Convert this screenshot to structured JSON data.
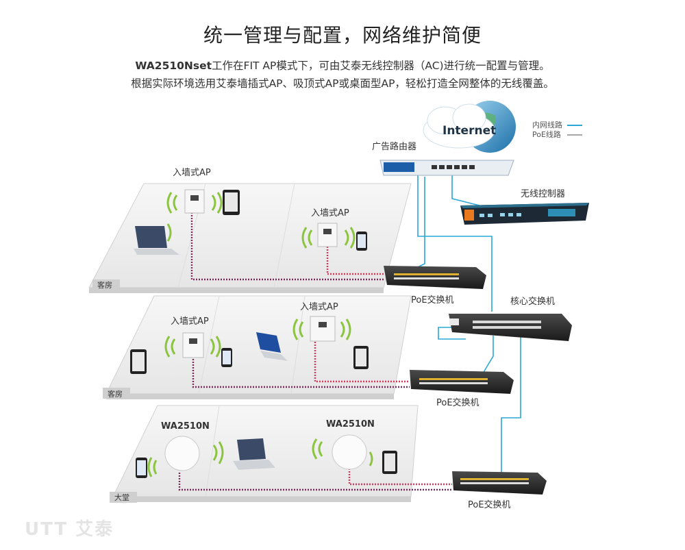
{
  "title": "统一管理与配置，网络维护简便",
  "subtitle": {
    "model": "WA2510Nset",
    "line1_rest": "工作在FIT AP模式下，可由艾泰无线控制器（AC)进行统一配置与管理。",
    "line2": "根据实际环境选用艾泰墙插式AP、吸顶式AP或桌面型AP，轻松打造全网整体的无线覆盖。"
  },
  "legend": {
    "lan": "内网线路",
    "poe": "PoE线路"
  },
  "colors": {
    "lan": "#2aa7d6",
    "poe": "#7b2a5a",
    "poe_dot": "#d6365b",
    "floor": "#f1f1f1"
  },
  "devices": {
    "internet": "Internet",
    "router": "广告路由器",
    "controller": "无线控制器",
    "core_switch": "核心交换机",
    "poe_switch": "PoE交换机"
  },
  "floors": [
    {
      "room": "客房",
      "ap_a": "入墙式AP",
      "ap_b": "入墙式AP"
    },
    {
      "room": "客房",
      "ap_a": "入墙式AP",
      "ap_b": "入墙式AP"
    },
    {
      "room": "大堂",
      "ap_a": "WA2510N",
      "ap_b": "WA2510N"
    }
  ],
  "logo": {
    "mark": "UTT",
    "name": "艾泰"
  }
}
